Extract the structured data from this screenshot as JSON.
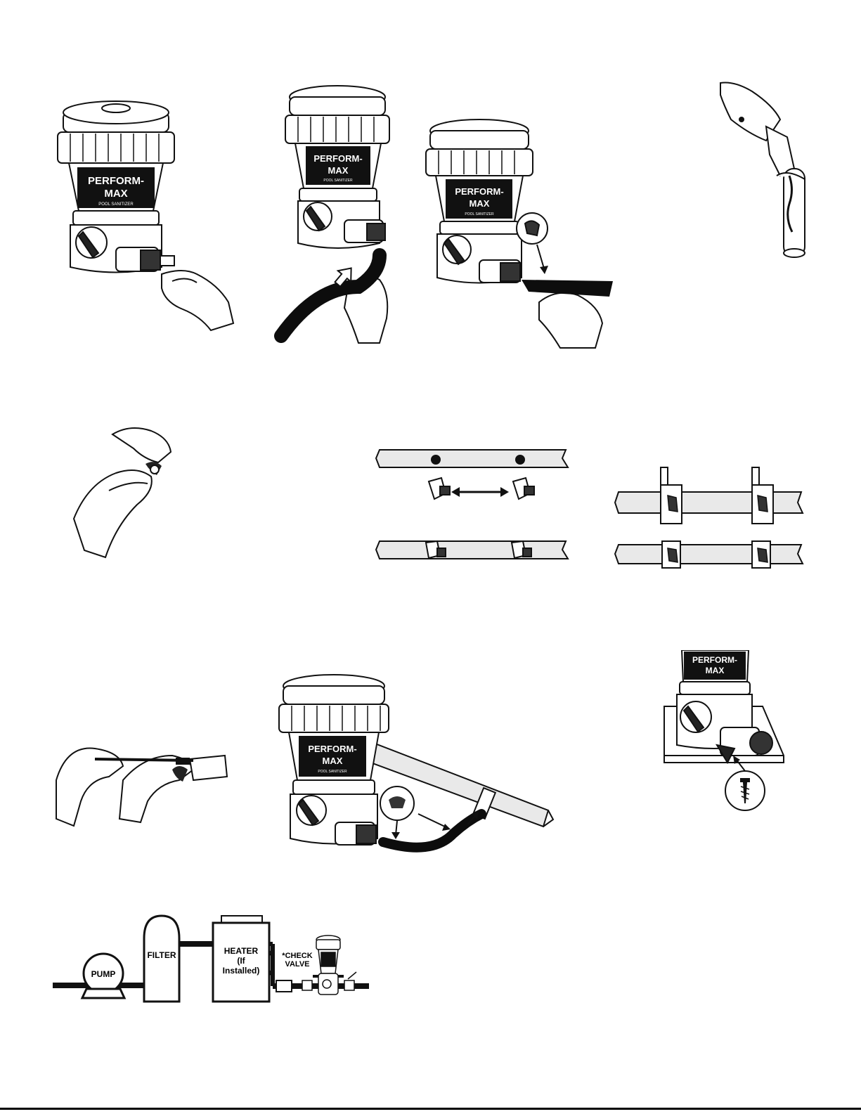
{
  "brand": {
    "logo_line1": "PERFORM-",
    "logo_line2": "MAX",
    "logo_sub": "POOL SANITIZER"
  },
  "diagram": {
    "pump": "PUMP",
    "filter": "FILTER",
    "heater_line1": "HEATER",
    "heater_line2": "(If",
    "heater_line3": "Installed)",
    "check_line1": "*CHECK",
    "check_line2": "VALVE"
  },
  "colors": {
    "ink": "#111111",
    "paper": "#ffffff",
    "hose": "#0d0d0d",
    "pipe_fill": "#e9e9e9"
  }
}
